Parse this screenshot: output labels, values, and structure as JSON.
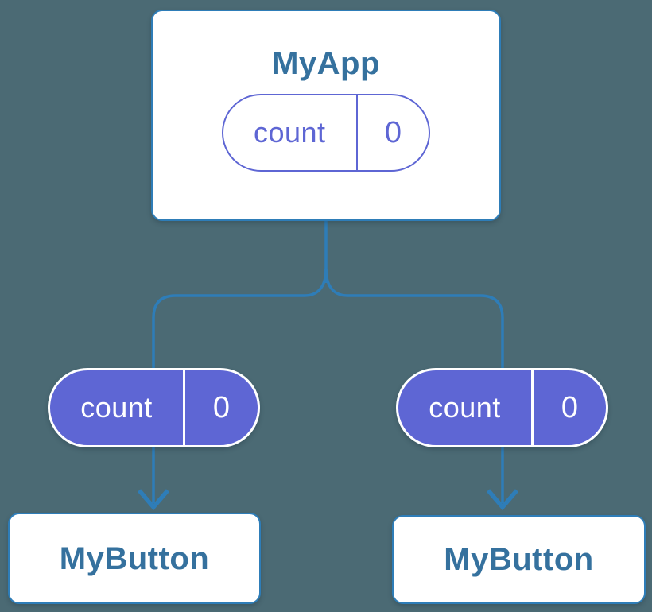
{
  "colors": {
    "background": "#4b6a74",
    "connector_blue": "#2e7db8",
    "card_border": "#2e7db8",
    "card_background": "#ffffff",
    "title_text": "#35719e",
    "purple": "#5e66d4",
    "pill_text_on_purple": "#ffffff"
  },
  "diagram": {
    "root": {
      "title": "MyApp",
      "state_pill": {
        "key": "count",
        "value": "0",
        "style": "outlined"
      }
    },
    "props": [
      {
        "position": "left",
        "key": "count",
        "value": "0",
        "style": "filled"
      },
      {
        "position": "right",
        "key": "count",
        "value": "0",
        "style": "filled"
      }
    ],
    "children": [
      {
        "position": "left",
        "title": "MyButton"
      },
      {
        "position": "right",
        "title": "MyButton"
      }
    ]
  }
}
